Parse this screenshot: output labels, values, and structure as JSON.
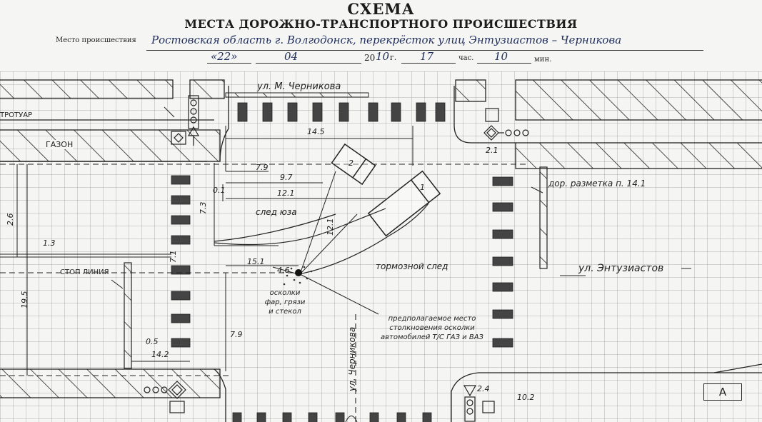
{
  "document": {
    "title": "СХЕМА",
    "subtitle": "МЕСТА ДОРОЖНО-ТРАНСПОРТНОГО ПРОИСШЕСТВИЯ",
    "place_label": "Место происшествия",
    "place_value": "Ростовская область г. Волгодонск, перекрёсток улиц Энтузиастов – Черникова",
    "date": {
      "day": "«22»",
      "month": "04",
      "year_prefix": "20",
      "year_suffix": "10",
      "year_label": "г.",
      "hour": "17",
      "hour_label": "час.",
      "minute": "10",
      "minute_label": "мин."
    }
  },
  "scheme": {
    "street_top": "ул. М. Черникова",
    "street_right": "ул. Энтузиастов",
    "street_bottom": "ул. Черникова",
    "sidewalk": "ТРОТУАР",
    "lawn": "ГАЗОН",
    "stop_line": "СТОП ЛИНИЯ",
    "marking": "дор. разметка п. 14.1",
    "brake_trace": "след юза",
    "brake_marks": "тормозной след",
    "debris": "осколки фар, грязи и стекол",
    "collision": "предполагаемое место столкновения осколки автомобилей Т/С ГАЗ и ВАЗ",
    "dims": {
      "d145": "14.5",
      "d79a": "7.9",
      "d97": "9.7",
      "d01": "0.1",
      "d121a": "12.1",
      "d73": "7.3",
      "d121b": "12.1",
      "d26": "2.6",
      "d13": "1.3",
      "d195": "19.5",
      "d151": "15.1",
      "d46": "4.6",
      "d71": "7.1",
      "d79b": "7.9",
      "d05": "0.5",
      "d142": "14.2",
      "d24": "2.4",
      "d102": "10.2"
    },
    "vehicle1": "1",
    "vehicle2": "2",
    "sign1": "2.1",
    "box_label": "А"
  }
}
